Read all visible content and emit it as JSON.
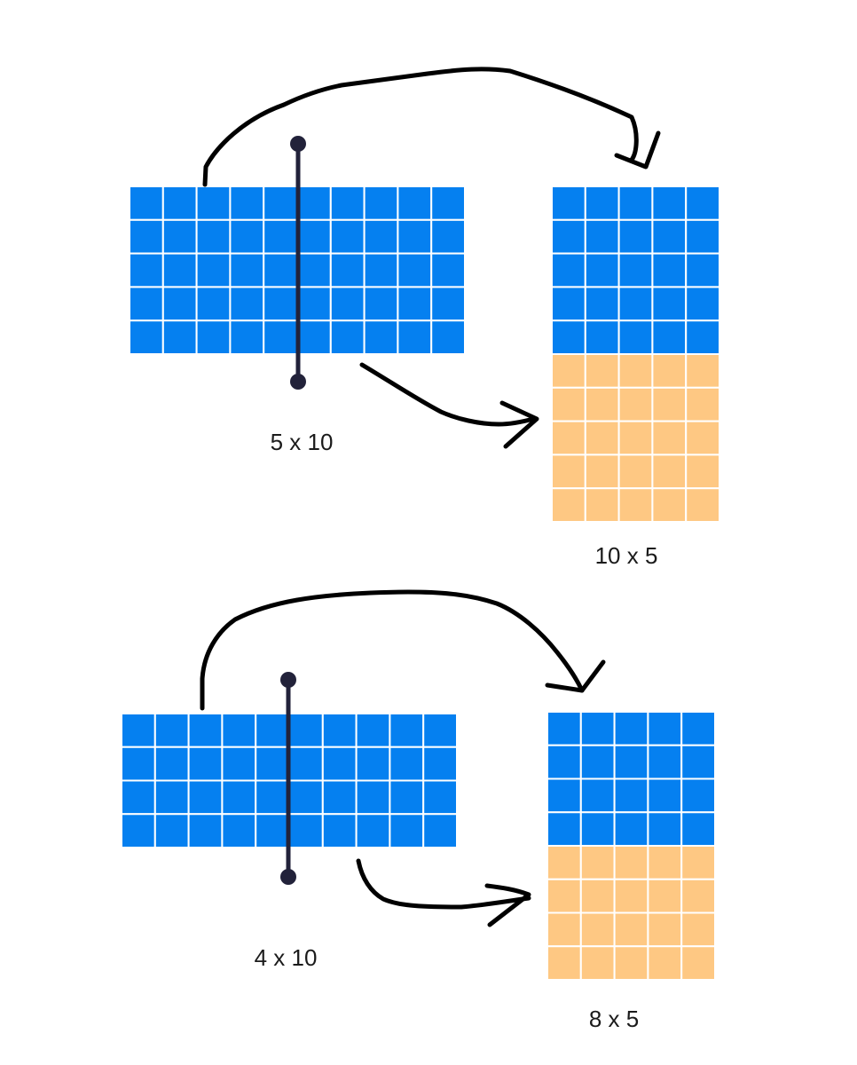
{
  "colors": {
    "original_cell": "#0580f0",
    "added_cell": "#fec883",
    "grid_line": "#ffffff",
    "marker": "#22223a",
    "arrow": "#000000",
    "label_text": "#1b1b1b"
  },
  "examples": [
    {
      "original": {
        "rows": 5,
        "cols": 10,
        "label": "5 x 10"
      },
      "result": {
        "rows": 10,
        "cols": 5,
        "blue_rows": 5,
        "orange_rows": 5,
        "label": "10 x 5"
      },
      "split_after_column": 5
    },
    {
      "original": {
        "rows": 4,
        "cols": 10,
        "label": "4 x 10"
      },
      "result": {
        "rows": 8,
        "cols": 5,
        "blue_rows": 4,
        "orange_rows": 4,
        "label": "8 x 5"
      },
      "split_after_column": 5
    }
  ]
}
